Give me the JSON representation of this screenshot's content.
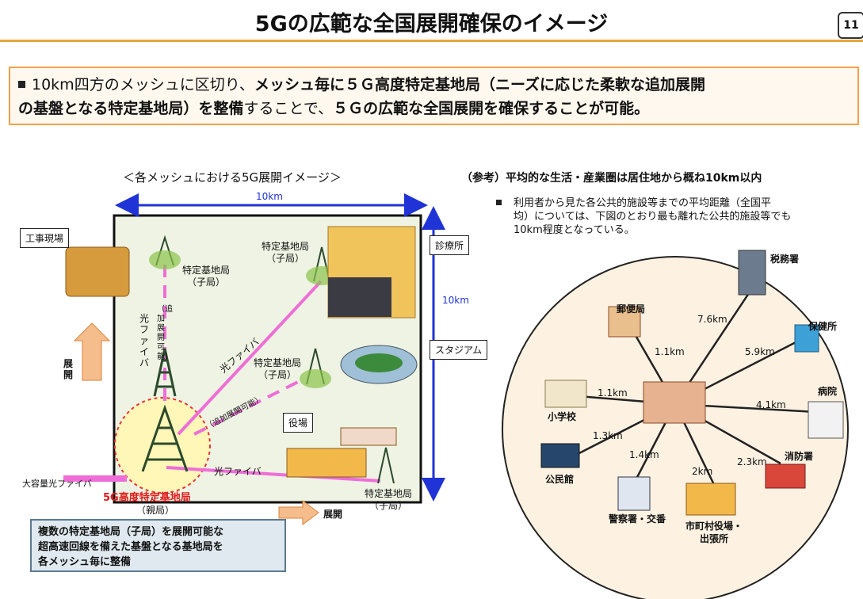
{
  "header": {
    "title": "5Gの広範な全国展開確保のイメージ",
    "page_number": "11"
  },
  "summary": {
    "p1": "10km四方のメッシュに区切り、",
    "p2": "メッシュ毎に５Ｇ高度特定基地局（ニーズに応じた柔軟な追加展開",
    "p3": "の基盤となる特定基地局）を整備",
    "p4": "することで、",
    "p5": "５Ｇの広範な全国展開を確保することが可能。"
  },
  "mesh_diagram": {
    "title": "＜各メッシュにおける5G展開イメージ＞",
    "width_label": "10km",
    "height_label": "10km",
    "construction_site": "工事現場",
    "expand_vertical": "展開",
    "child_station_label": "特定基地局",
    "child_station_sub": "（子局）",
    "fiber_label": "光ファイバ",
    "additional_note": "（追加展開可能）",
    "additional_note2": "（追加展開可能）",
    "clinic": "診療所",
    "stadium": "スタジアム",
    "town_hall": "役場",
    "parent_station": "5G高度特定基地局",
    "parent_station_sub": "（親局）",
    "large_fiber": "大容量光ファイバ",
    "expand_horizontal": "展開",
    "callout_line1": "複数の特定基地局（子局）を展開可能な",
    "callout_line2": "超高速回線を備えた基盤となる基地局を",
    "callout_line3": "各メッシュ毎に整備"
  },
  "reference": {
    "title": "（参考）平均的な生活・産業圏は居住地から概ね10km以内",
    "note_line1": "利用者から見た各公共的施設等までの平均距離（全国平",
    "note_line2": "均）については、下図のとおり最も離れた公共的施設等でも",
    "note_line3": "10km程度となっている。",
    "facilities": [
      {
        "name": "税務署",
        "distance": "7.6km"
      },
      {
        "name": "郵便局",
        "distance": "1.1km"
      },
      {
        "name": "保健所",
        "distance": "5.9km"
      },
      {
        "name": "小学校",
        "distance": "1.1km"
      },
      {
        "name": "病院",
        "distance": "4.1km"
      },
      {
        "name": "公民館",
        "distance": "1.3km"
      },
      {
        "name": "警察署・交番",
        "distance": "1.4km"
      },
      {
        "name": "市町村役場・",
        "name2": "出張所",
        "distance": "2km"
      },
      {
        "name": "消防署",
        "distance": "2.3km"
      }
    ]
  },
  "colors": {
    "accent": "#e8a43a",
    "mesh_fill": "#eef3e3",
    "fiber_pink": "#ee6ed8",
    "arrow_blue": "#1f33d6",
    "parent_red": "#e01a1a",
    "circle_fill": "#fdf2e2"
  }
}
